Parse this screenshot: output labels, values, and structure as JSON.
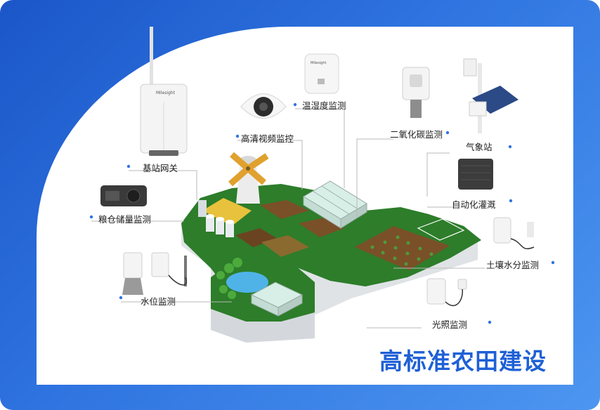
{
  "title": "高标准农田建设",
  "labels": {
    "gateway": "基站网关",
    "grain": "粮仓储量监测",
    "water_level": "水位监测",
    "video": "高清视频监控",
    "temp_humidity": "温湿度监测",
    "co2": "二氧化碳监测",
    "weather": "气象站",
    "irrigation": "自动化灌溉",
    "soil": "土壤水分监测",
    "light": "光照监测"
  },
  "device_brand": "Milesight",
  "colors": {
    "frame": "#2f74e0",
    "title": "#1e60d6",
    "grass": "#2d7d2a",
    "soil": "#7a5028",
    "device": "#f4f4f4"
  }
}
